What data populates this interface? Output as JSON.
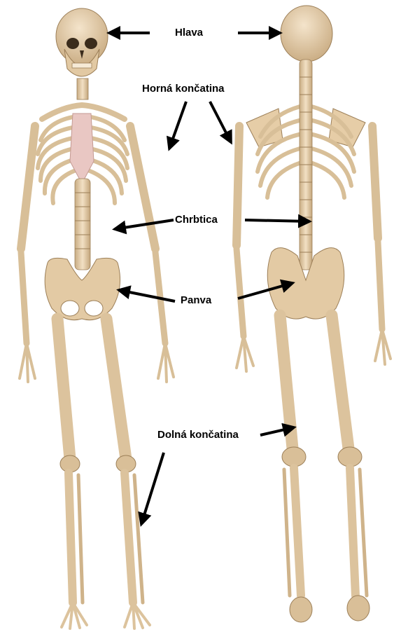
{
  "labels": {
    "head": "Hlava",
    "upper_limb": "Horná končatina",
    "spine": "Chrbtica",
    "pelvis": "Panva",
    "lower_limb": "Dolná končatina"
  },
  "colors": {
    "bone": "#e8d2b0",
    "bone_shade": "#c9ad84",
    "bone_dark": "#9c7f58",
    "sternum": "#e9c7c3",
    "arrow": "#000000",
    "background": "#ffffff"
  }
}
